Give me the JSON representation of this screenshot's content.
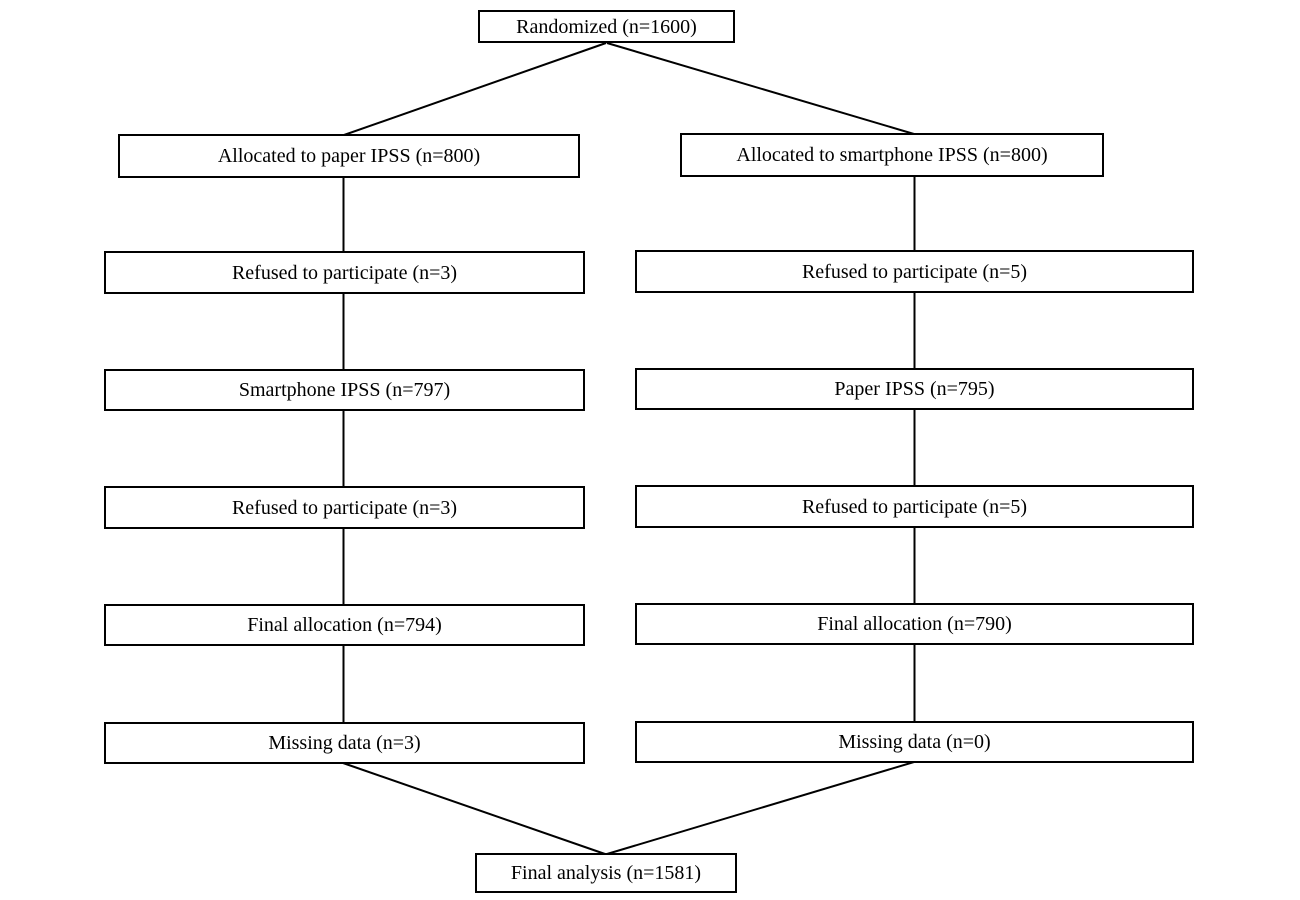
{
  "colors": {
    "ink": "#000000",
    "background": "#ffffff"
  },
  "flowchart": {
    "type": "consort-randomization-flow",
    "randomized": {
      "label": "Randomized (n=1600)"
    },
    "arms": {
      "left": {
        "steps": [
          "Allocated to paper IPSS (n=800)",
          "Refused to participate (n=3)",
          "Smartphone IPSS (n=797)",
          "Refused to participate (n=3)",
          "Final allocation (n=794)",
          "Missing data (n=3)"
        ]
      },
      "right": {
        "steps": [
          "Allocated to smartphone IPSS (n=800)",
          "Refused to participate (n=5)",
          "Paper IPSS (n=795)",
          "Refused to participate (n=5)",
          "Final allocation (n=790)",
          "Missing data (n=0)"
        ]
      }
    },
    "final_analysis": {
      "label": "Final analysis (n=1581)"
    }
  }
}
